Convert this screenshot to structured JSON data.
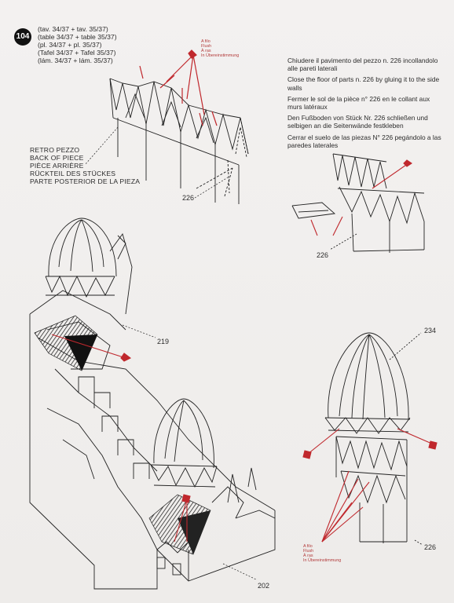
{
  "step": {
    "number": "104"
  },
  "sheet_refs": [
    "(tav. 34/37 + tav. 35/37)",
    "(table 34/37 + table 35/37)",
    "(pl. 34/37 + pl. 35/37)",
    "(Tafel 34/37 + Tafel 35/37)",
    "(lám. 34/37 + lám. 35/37)"
  ],
  "instructions": [
    "Chiudere il pavimento del pezzo n. 226 incollandolo alle pareti laterali",
    "Close the floor of parts n. 226 by gluing it to the side walls",
    "Fermer le sol de la pièce n° 226 en le collant aux murs latéraux",
    "Den Fußboden von Stück Nr. 226 schließen und selbigen an die Seitenwände festkleben",
    "Cerrar el suelo de las piezas N° 226 pegándolo a las paredes laterales"
  ],
  "back_of_piece": [
    "RETRO PEZZO",
    "BACK OF PIECE",
    "PIÈCE ARRIÈRE",
    "RÜCKTEIL DES STÜCKES",
    "PARTE POSTERIOR DE LA PIEZA"
  ],
  "flush_top": [
    "A filo",
    "Flush",
    "À ras",
    "In Übereinstimmung"
  ],
  "flush_bottom": [
    "A filo",
    "Flush",
    "À ras",
    "In Übereinstimmung"
  ],
  "part_numbers": {
    "p226_top": "226",
    "p226_mid": "226",
    "p226_bottom": "226",
    "p219": "219",
    "p234": "234",
    "p202": "202"
  },
  "colors": {
    "accent_red": "#c0282d",
    "ink": "#222222",
    "paper": "#f1efee"
  }
}
